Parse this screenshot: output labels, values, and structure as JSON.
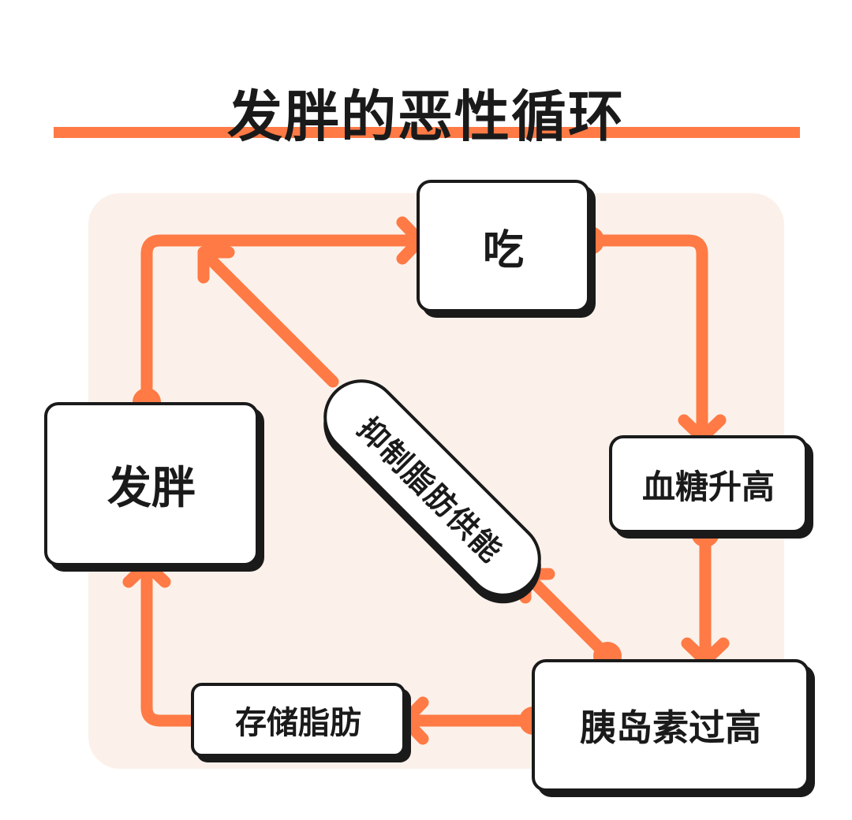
{
  "title": "发胖的恶性循环",
  "accent_color": "#ff7a45",
  "panel_color": "#fbf1ea",
  "nodes": {
    "eat": "吃",
    "blood_sugar": "血糖升高",
    "insulin": "胰岛素过高",
    "store_fat": "存储脂肪",
    "fat": "发胖",
    "suppress": "抑制脂肪供能"
  }
}
